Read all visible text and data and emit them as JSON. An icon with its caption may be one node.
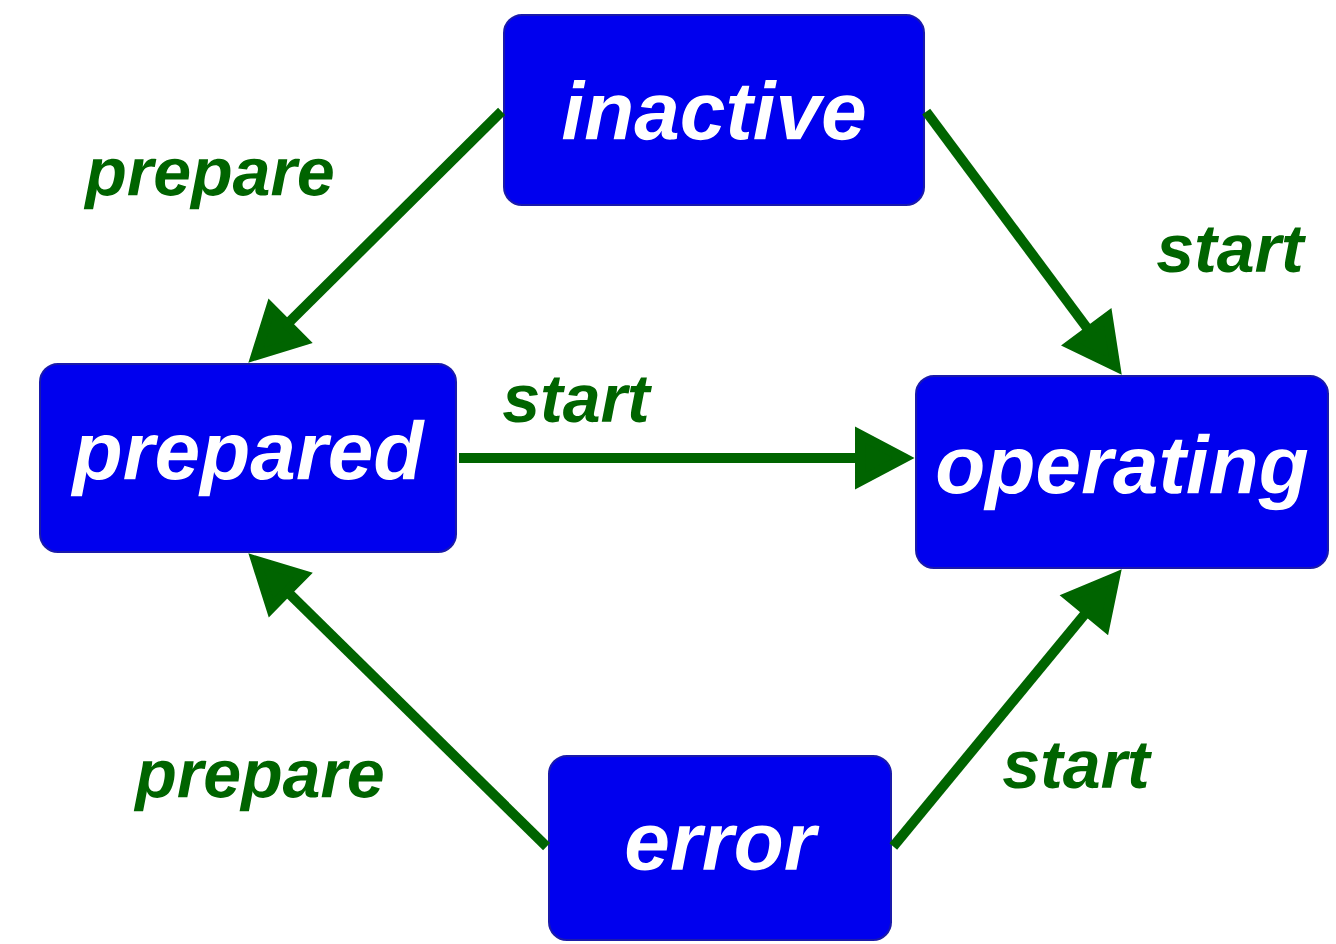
{
  "diagram": {
    "nodes": [
      {
        "text": [
          "inactive"
        ]
      },
      {
        "text": [
          "prepared"
        ]
      },
      {
        "text": [
          "operating"
        ]
      },
      {
        "text": [
          "error"
        ]
      }
    ],
    "edges": [
      {
        "from": 0,
        "to": 1,
        "arrow": "to",
        "label": "prepare"
      },
      {
        "from": 0,
        "to": 2,
        "arrow": "to",
        "label": "start"
      },
      {
        "from": 1,
        "to": 2,
        "arrow": "to",
        "label": "start"
      },
      {
        "from": 3,
        "to": 1,
        "arrow": "to",
        "label": "prepare"
      },
      {
        "from": 3,
        "to": 2,
        "arrow": "to",
        "label": "start"
      }
    ]
  }
}
